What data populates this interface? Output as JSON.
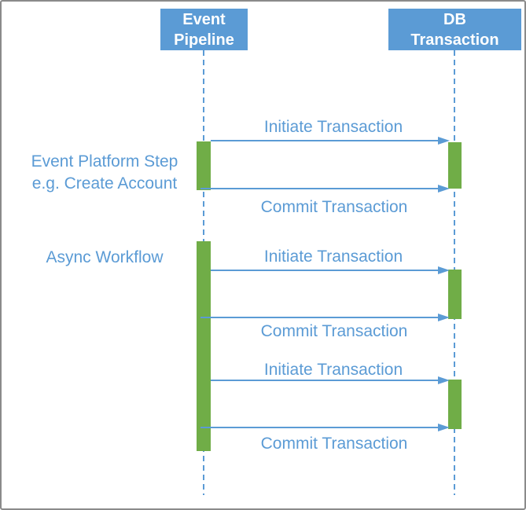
{
  "diagram": {
    "type": "sequence",
    "actors": [
      {
        "id": "event-pipeline",
        "label": "Event\nPipeline"
      },
      {
        "id": "db-transaction",
        "label": "DB\nTransaction"
      }
    ],
    "annotations": [
      {
        "id": "event-platform-step",
        "label": "Event Platform Step\ne.g. Create Account"
      },
      {
        "id": "async-workflow",
        "label": "Async Workflow"
      }
    ],
    "messages": [
      {
        "label": "Initiate Transaction",
        "from": "Event Pipeline",
        "to": "DB Transaction"
      },
      {
        "label": "Commit Transaction",
        "from": "Event Pipeline",
        "to": "DB Transaction"
      },
      {
        "label": "Initiate Transaction",
        "from": "Event Pipeline",
        "to": "DB Transaction"
      },
      {
        "label": "Commit Transaction",
        "from": "Event Pipeline",
        "to": "DB Transaction"
      },
      {
        "label": "Initiate Transaction",
        "from": "Event Pipeline",
        "to": "DB Transaction"
      },
      {
        "label": "Commit Transaction",
        "from": "Event Pipeline",
        "to": "DB Transaction"
      }
    ]
  },
  "colors": {
    "actor_fill": "#5B9BD5",
    "actor_text": "#FFFFFF",
    "activation_fill": "#70AD47",
    "message_color": "#5B9BD5",
    "label_text": "#5B9BD5",
    "frame_border": "#8A8A8A",
    "background": "#FFFFFF"
  }
}
